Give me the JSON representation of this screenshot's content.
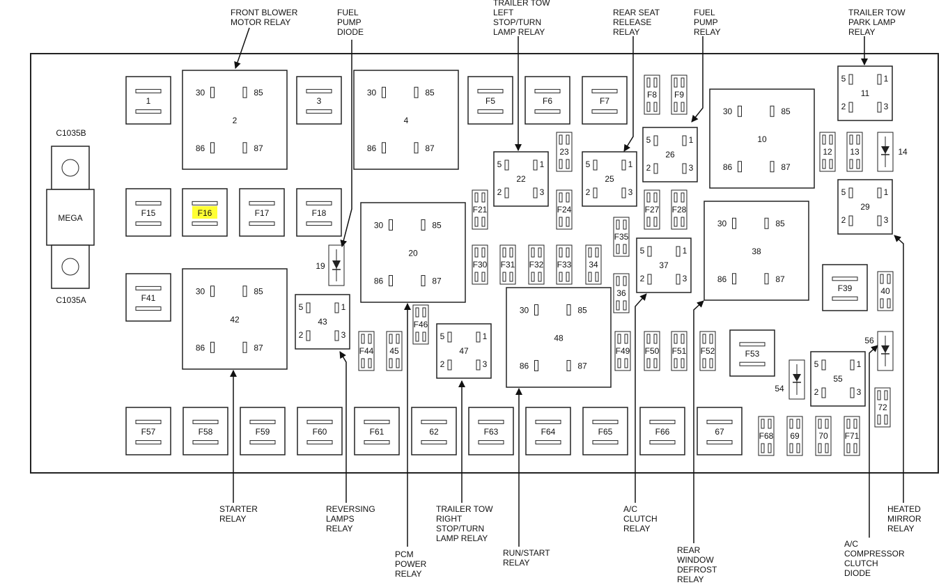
{
  "connectors": {
    "top": "C1035B",
    "bottom": "C1035A",
    "mega": "MEGA"
  },
  "highlight_color": "#ffff33",
  "items": {
    "c1": "1",
    "c2": "2",
    "c3": "3",
    "c4": "4",
    "F5": "F5",
    "F6": "F6",
    "F7": "F7",
    "F8": "F8",
    "F9": "F9",
    "c10": "10",
    "c11": "11",
    "c12": "12",
    "c13": "13",
    "c14": "14",
    "F15": "F15",
    "F16": "F16",
    "F17": "F17",
    "F18": "F18",
    "c19": "19",
    "c20": "20",
    "F21": "F21",
    "c22": "22",
    "c23": "23",
    "F24": "F24",
    "c25": "25",
    "c26": "26",
    "F27": "F27",
    "F28": "F28",
    "c29": "29",
    "F30": "F30",
    "F31": "F31",
    "F32": "F32",
    "F33": "F33",
    "c34": "34",
    "F35": "F35",
    "c36": "36",
    "c37": "37",
    "c38": "38",
    "F39": "F39",
    "c40": "40",
    "F41": "F41",
    "c42": "42",
    "c43": "43",
    "F44": "F44",
    "c45": "45",
    "F46": "F46",
    "c47": "47",
    "c48": "48",
    "F49": "F49",
    "F50": "F50",
    "F51": "F51",
    "F52": "F52",
    "F53": "F53",
    "c54": "54",
    "c55": "55",
    "c56": "56",
    "F57": "F57",
    "F58": "F58",
    "F59": "F59",
    "F60": "F60",
    "F61": "F61",
    "c62": "62",
    "F63": "F63",
    "F64": "F64",
    "F65": "F65",
    "F66": "F66",
    "c67": "67",
    "F68": "F68",
    "c69": "69",
    "c70": "70",
    "F71": "F71",
    "c72": "72"
  },
  "pins": {
    "p30": "30",
    "p85": "85",
    "p86": "86",
    "p87": "87",
    "p1": "1",
    "p2": "2",
    "p3": "3",
    "p5": "5"
  },
  "callouts": {
    "front_blower": [
      "FRONT BLOWER",
      "MOTOR RELAY"
    ],
    "fuel_pump_diode": [
      "FUEL",
      "PUMP",
      "DIODE"
    ],
    "trailer_left": [
      "TRAILER TOW",
      "LEFT",
      "STOP/TURN",
      "LAMP RELAY"
    ],
    "rear_seat": [
      "REAR SEAT",
      "RELEASE",
      "RELAY"
    ],
    "fuel_pump_relay": [
      "FUEL",
      "PUMP",
      "RELAY"
    ],
    "trailer_park": [
      "TRAILER TOW",
      "PARK LAMP",
      "RELAY"
    ],
    "starter": [
      "STARTER",
      "RELAY"
    ],
    "reversing": [
      "REVERSING",
      "LAMPS",
      "RELAY"
    ],
    "pcm": [
      "PCM",
      "POWER",
      "RELAY"
    ],
    "trailer_right": [
      "TRAILER TOW",
      "RIGHT",
      "STOP/TURN",
      "LAMP RELAY"
    ],
    "run_start": [
      "RUN/START",
      "RELAY"
    ],
    "ac_clutch": [
      "A/C",
      "CLUTCH",
      "RELAY"
    ],
    "rear_window": [
      "REAR",
      "WINDOW",
      "DEFROST",
      "RELAY"
    ],
    "ac_comp": [
      "A/C",
      "COMPRESSOR",
      "CLUTCH",
      "DIODE"
    ],
    "heated_mirror": [
      "HEATED",
      "MIRROR",
      "RELAY"
    ]
  }
}
